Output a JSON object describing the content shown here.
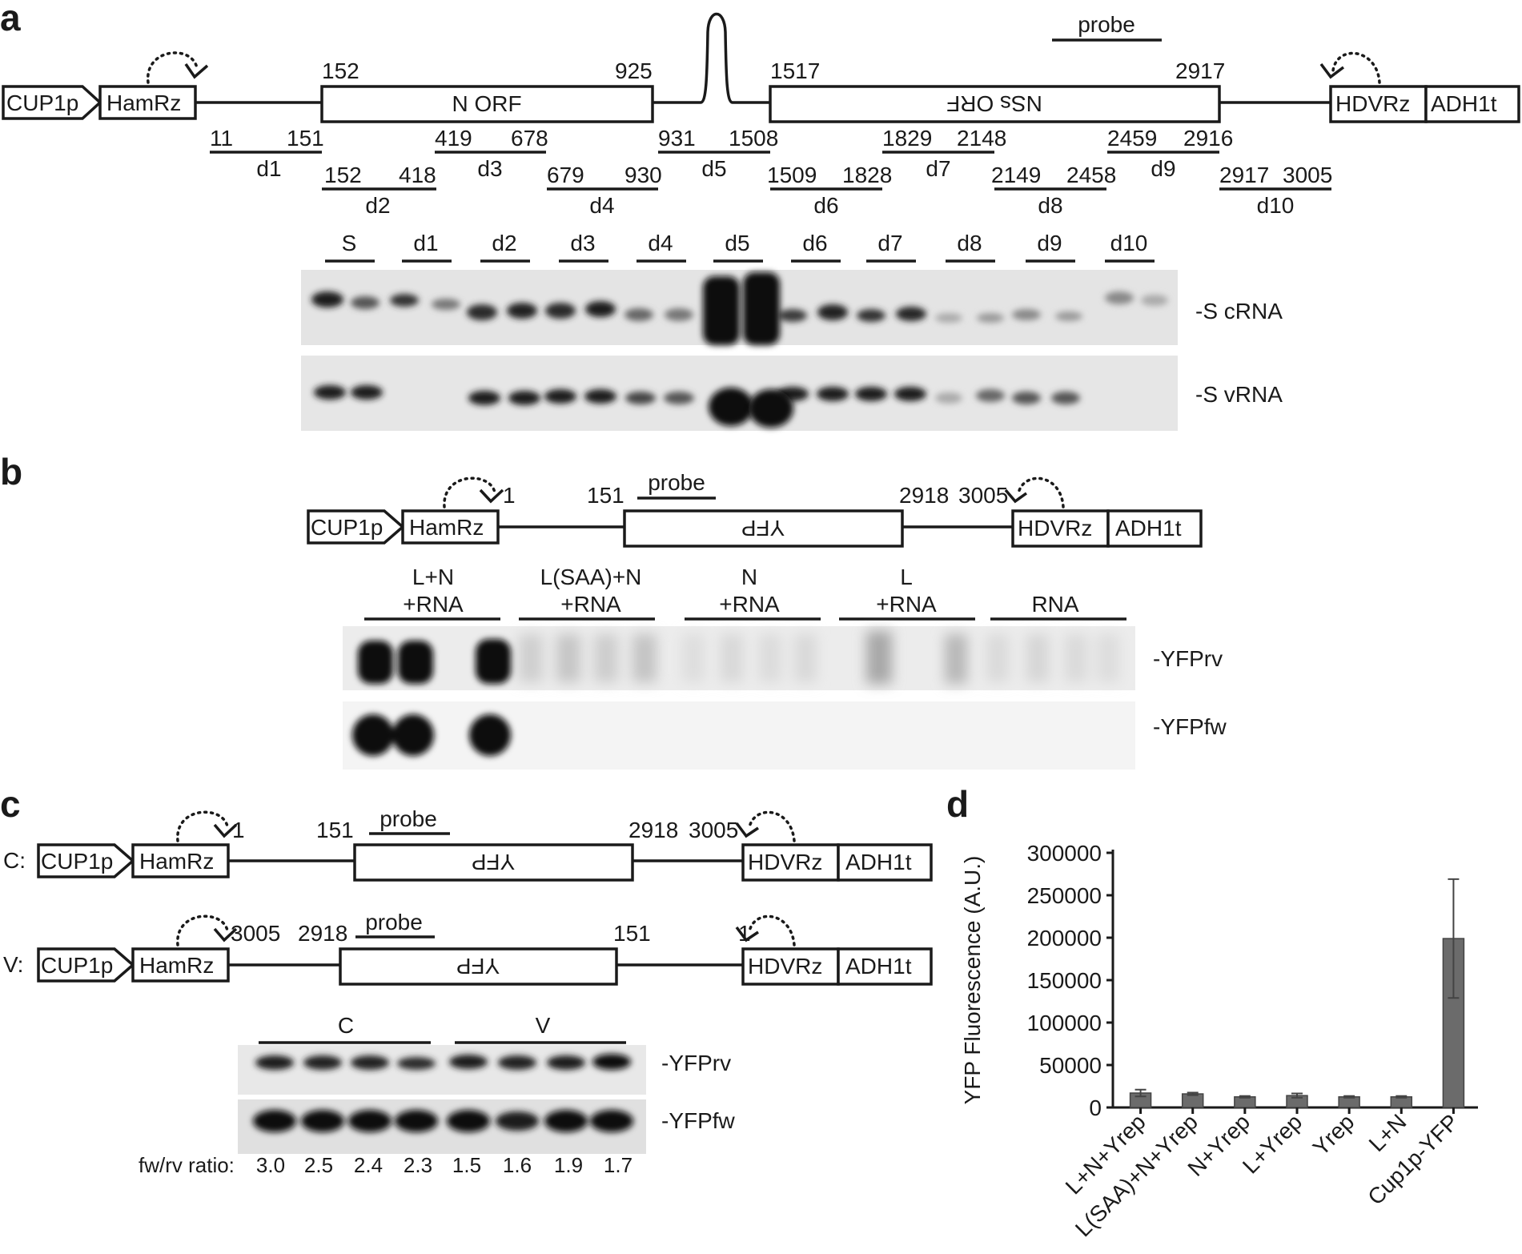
{
  "panels": {
    "a": "a",
    "b": "b",
    "c": "c",
    "d": "d"
  },
  "a": {
    "elements": {
      "cup1p": "CUP1p",
      "hamrz": "HamRz",
      "n_orf": "N ORF",
      "nss_orf": "NSs ORF",
      "hdvrz": "HDVRz",
      "adh1t": "ADH1t",
      "probe": "probe"
    },
    "positions": {
      "p152": "152",
      "p925": "925",
      "p1517": "1517",
      "p2917": "2917"
    },
    "deletions": [
      {
        "name": "d1",
        "range": "11      151"
      },
      {
        "name": "d2",
        "range": "152     418"
      },
      {
        "name": "d3",
        "range": "419     678"
      },
      {
        "name": "d4",
        "range": "679     930"
      },
      {
        "name": "d5",
        "range": "931     1508"
      },
      {
        "name": "d6",
        "range": "1509   1828"
      },
      {
        "name": "d7",
        "range": "1829   2148"
      },
      {
        "name": "d8",
        "range": "2149   2458"
      },
      {
        "name": "d9",
        "range": "2459   2916"
      },
      {
        "name": "d10",
        "range": "2917  3005"
      }
    ],
    "lanes": [
      "S",
      "d1",
      "d2",
      "d3",
      "d4",
      "d5",
      "d6",
      "d7",
      "d8",
      "d9",
      "d10"
    ],
    "blot_labels": [
      "-S cRNA",
      "-S vRNA"
    ]
  },
  "b": {
    "elements": {
      "cup1p": "CUP1p",
      "hamrz": "HamRz",
      "yfp": "YFP",
      "hdvrz": "HDVRz",
      "adh1t": "ADH1t",
      "probe": "probe"
    },
    "positions": {
      "p1": "1",
      "p151": "151",
      "p2918": "2918",
      "p3005": "3005"
    },
    "groups": [
      {
        "line1": "L+N",
        "line2": "+RNA"
      },
      {
        "line1": "L(SAA)+N",
        "line2": "+RNA"
      },
      {
        "line1": "N",
        "line2": "+RNA"
      },
      {
        "line1": "L",
        "line2": "+RNA"
      },
      {
        "line1": "",
        "line2": "RNA"
      }
    ],
    "blot_labels": [
      "-YFPrv",
      "-YFPfw"
    ]
  },
  "c": {
    "c_label": "C:",
    "v_label": "V:",
    "elements": {
      "cup1p": "CUP1p",
      "hamrz": "HamRz",
      "yfp": "YFP",
      "hdvrz": "HDVRz",
      "adh1t": "ADH1t",
      "probe": "probe"
    },
    "c_positions": {
      "p1": "1",
      "p151": "151",
      "p2918": "2918",
      "p3005": "3005"
    },
    "v_positions": {
      "p3005": "3005",
      "p2918": "2918",
      "p151": "151",
      "p1": "1"
    },
    "groups": [
      "C",
      "V"
    ],
    "blot_labels": [
      "-YFPrv",
      "-YFPfw"
    ],
    "ratio_label": "fw/rv ratio:",
    "ratios": [
      "3.0",
      "2.5",
      "2.4",
      "2.3",
      "1.5",
      "1.6",
      "1.9",
      "1.7"
    ]
  },
  "chart_data": {
    "type": "bar",
    "categories": [
      "L+N+Yrep",
      "L(SAA)+N+Yrep",
      "N+Yrep",
      "L+Yrep",
      "Yrep",
      "L+N",
      "Cup1p-YFP"
    ],
    "values": [
      17000,
      16000,
      12500,
      14000,
      12500,
      12500,
      199000
    ],
    "errors": [
      4000,
      1500,
      1000,
      2500,
      1000,
      1000,
      70000
    ],
    "ylabel": "YFP Fluorescence (A.U.)",
    "xlabel": "",
    "ylim": [
      0,
      300000
    ],
    "yticks": [
      0,
      50000,
      100000,
      150000,
      200000,
      250000,
      300000
    ],
    "bar_color": "#6b6b6b",
    "grid": false
  }
}
